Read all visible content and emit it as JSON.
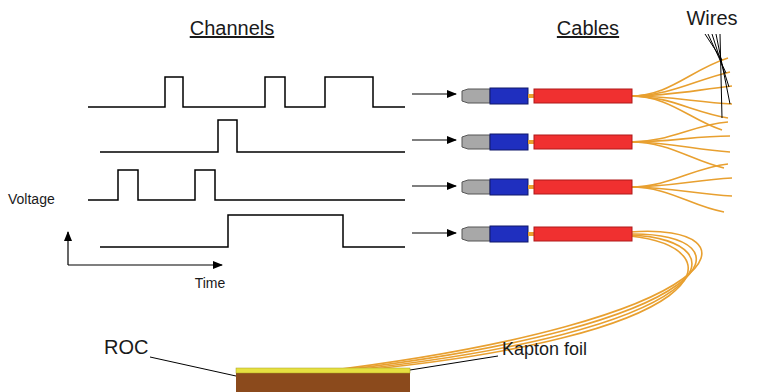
{
  "diagram": {
    "labels": [
      "Channels",
      "Cables",
      "Wires",
      "Voltage",
      "Time",
      "ROC",
      "Kapton foil"
    ]
  }
}
